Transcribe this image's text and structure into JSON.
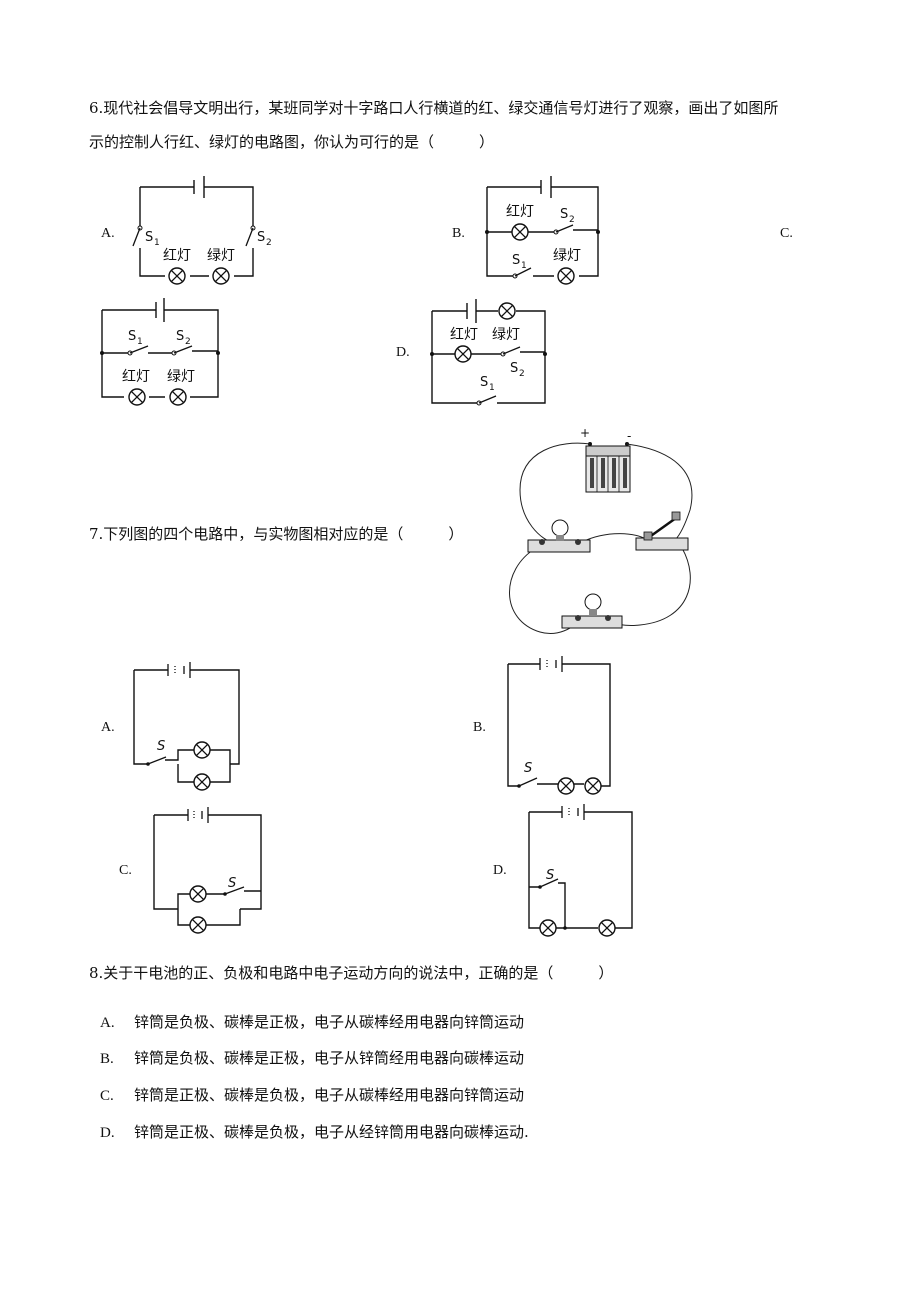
{
  "q6": {
    "line1": "6.现代社会倡导文明出行，某班同学对十字路口人行横道的红、绿交通信号灯进行了观察，画出了如图所",
    "line2": "示的控制人行红、绿灯的电路图，你认为可行的是（　　　）",
    "opt_a": "A.",
    "opt_b": "B.",
    "opt_c": "C.",
    "opt_d": "D.",
    "red_lamp": "红灯",
    "green_lamp": "绿灯",
    "s1": "S",
    "s1_sub": "1",
    "s2": "S",
    "s2_sub": "2"
  },
  "q7": {
    "stem": "7.下列图的四个电路中，与实物图相对应的是（　　　）",
    "opt_a": "A.",
    "opt_b": "B.",
    "opt_c": "C.",
    "opt_d": "D.",
    "switch_label": "S",
    "plus": "+",
    "minus": "-"
  },
  "q8": {
    "stem": "8.关于干电池的正、负极和电路中电子运动方向的说法中，正确的是（　　　）",
    "options": [
      {
        "letter": "A.",
        "text": "锌筒是负极、碳棒是正极，电子从碳棒经用电器向锌筒运动"
      },
      {
        "letter": "B.",
        "text": "锌筒是负极、碳棒是正极，电子从锌筒经用电器向碳棒运动"
      },
      {
        "letter": "C.",
        "text": "锌筒是正极、碳棒是负极，电子从碳棒经用电器向锌筒运动"
      },
      {
        "letter": "D.",
        "text": "锌筒是正极、碳棒是负极，电子从经锌筒用电器向碳棒运动."
      }
    ]
  }
}
